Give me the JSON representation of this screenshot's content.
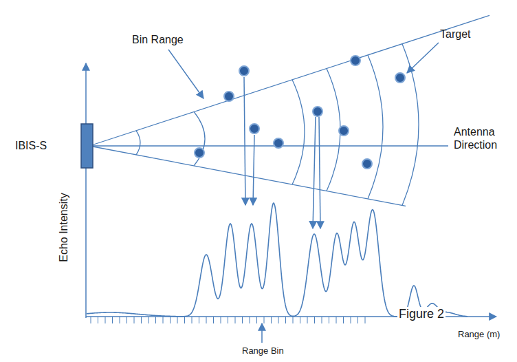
{
  "diagram": {
    "labels": [
      "Bin Range",
      "Target",
      "IBIS-S",
      "Antenna Direction",
      "Echo Intensity",
      "Figure 2",
      "Range (m)",
      "Range Bin"
    ]
  }
}
